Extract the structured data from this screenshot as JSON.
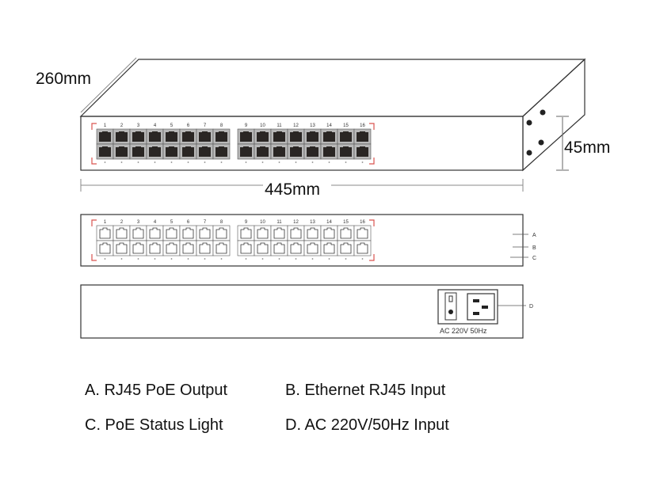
{
  "dimensions": {
    "depth": "260mm",
    "height": "45mm",
    "width": "445mm"
  },
  "port_numbers": [
    "1",
    "2",
    "3",
    "4",
    "5",
    "6",
    "7",
    "8",
    "9",
    "10",
    "11",
    "12",
    "13",
    "14",
    "15",
    "16"
  ],
  "callouts": {
    "a": "A",
    "b": "B",
    "c": "C",
    "d": "D"
  },
  "power_label": "AC  220V  50Hz",
  "legend": {
    "a": "A. RJ45 PoE Output",
    "b": "B. Ethernet RJ45 Input",
    "c": "C. PoE Status Light",
    "d": "D. AC 220V/50Hz Input"
  },
  "colors": {
    "line": "#333333",
    "port_dark": "#2a2624",
    "port_frame": "#b8b8b8",
    "bracket": "#d9534f"
  }
}
